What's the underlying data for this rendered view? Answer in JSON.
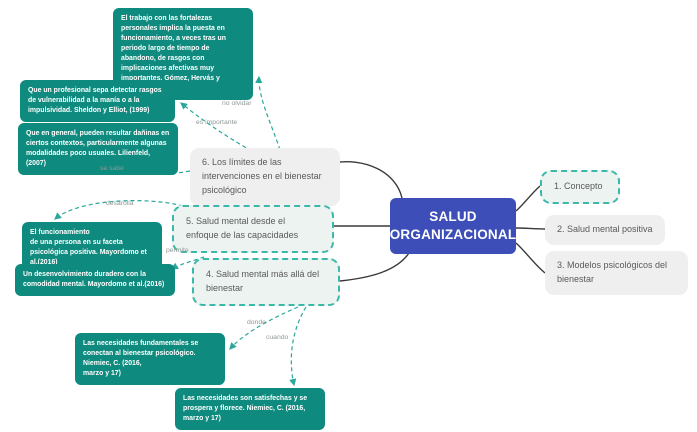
{
  "center": {
    "label": "SALUD ORGANIZACIONAL"
  },
  "nodes": {
    "n1": {
      "label": "1. Concepto"
    },
    "n2": {
      "label": "2. Salud mental positiva"
    },
    "n3": {
      "label": "3. Modelos psicológicos del bienestar"
    },
    "n4": {
      "label": "4. Salud mental más allá del bienestar"
    },
    "n5": {
      "label": "5. Salud mental desde el enfoque de las capacidades"
    },
    "n6": {
      "label": "6. Los límites de las intervenciones en el bienestar psicológico"
    }
  },
  "notes": {
    "gomez_hervas": {
      "text": "El trabajo con las fortalezas personales implica la puesta en funcionamiento, a veces tras un periodo largo de tiempo de abandono, de rasgos con implicaciones afectivas muy importantes. Gómez, Hervás y Vázquez, (2016)"
    },
    "sheldon_elliot": {
      "text": "Que un profesional sepa detectar rasgos de vulnerabilidad a la manía o a la impulsividad. Sheldon y Elliot, (1999)"
    },
    "lilienfeld": {
      "text": "Que en general, pueden resultar dañinas en ciertos contextos, particularmente algunas modalidades poco usuales. Lilienfeld, (2007)"
    },
    "mayordomo_funcionamiento": {
      "text": "El funcionamiento\nde una persona en su faceta psicológica positiva. Mayordomo et al.(2016)"
    },
    "mayordomo_desenvolvimiento": {
      "text": "Un desenvolvimiento duradero con  la comodidad mental. Mayordomo et al.(2016)"
    },
    "niemiec_necesidades": {
      "text": "Las necesidades fundamentales se conectan al bienestar psicológico. Niemiec, C. (2016,\nmarzo y 17)"
    },
    "niemiec_satisfechas": {
      "text": "Las necesidades son satisfechas y se prospera y florece. Niemiec, C. (2016,\nmarzo y 17)"
    }
  },
  "edge_labels": {
    "no_olvidar": {
      "label": "no olvidar"
    },
    "es_importante": {
      "label": "es importante"
    },
    "se_sabe": {
      "label": "se sabe"
    },
    "desarolla": {
      "label": "desarolla"
    },
    "permite": {
      "label": "permite"
    },
    "donde": {
      "label": "donde"
    },
    "cuando": {
      "label": "cuando"
    }
  },
  "colors": {
    "center_blue": "#3d4eb8",
    "note_teal": "#0e8a7e",
    "dashed_teal": "#2aa79b",
    "node_gray": "#efefef",
    "connector_black": "#3a3a3a"
  }
}
